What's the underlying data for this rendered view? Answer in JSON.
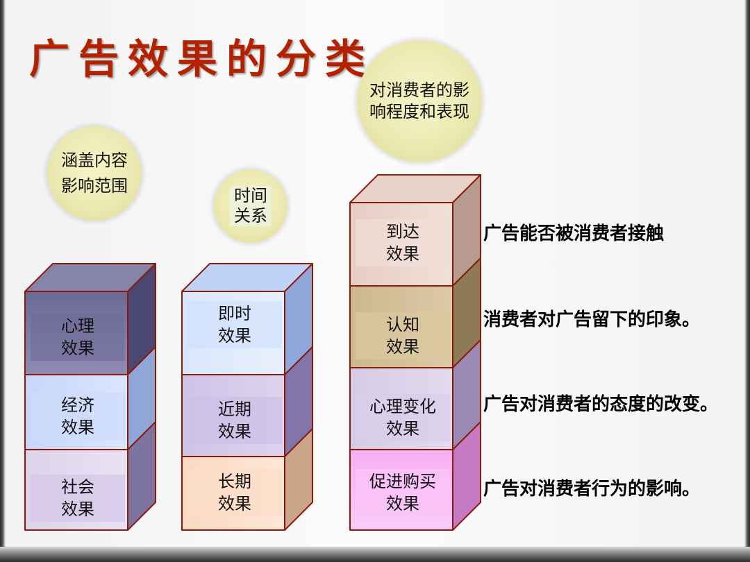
{
  "title": "广告效果的分类",
  "circles": {
    "coverage": [
      "涵盖内容",
      "影响范围"
    ],
    "time": [
      "时间",
      "关系"
    ],
    "impact": [
      "对消费者的影",
      "响程度和表现"
    ]
  },
  "stacks": {
    "coverage": [
      "心理\n效果",
      "经济\n效果",
      "社会\n效果"
    ],
    "time": [
      "即时\n效果",
      "近期\n效果",
      "长期\n效果"
    ],
    "impact": [
      "到达\n效果",
      "认知\n效果",
      "心理变化\n效果",
      "促进购买\n效果"
    ]
  },
  "descriptions": [
    "广告能否被消费者接触",
    "消费者对广告留下的印象。",
    "广告对消费者的态度的改变。",
    "广告对消费者行为的影响。"
  ],
  "colors": {
    "title": "#b32100",
    "outline": "#8b1a0a"
  }
}
